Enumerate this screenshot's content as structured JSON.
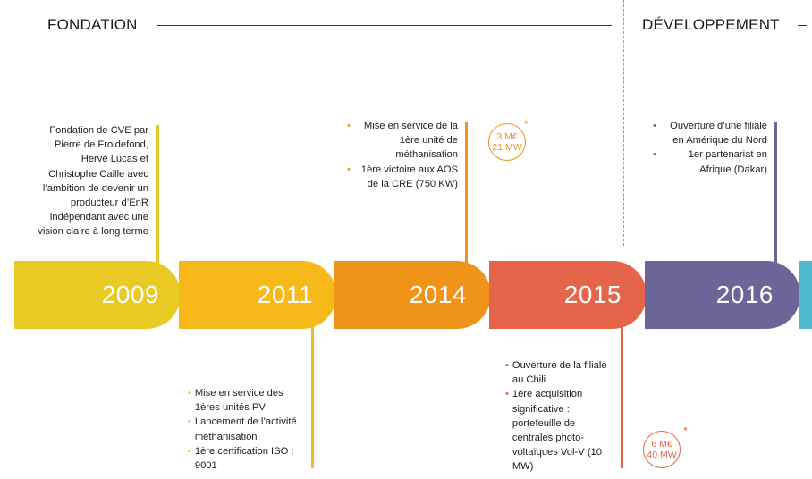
{
  "phases": {
    "fondation": "FONDATION",
    "developpement": "DÉVELOPPEMENT"
  },
  "years": [
    "2009",
    "2011",
    "2014",
    "2015",
    "2016"
  ],
  "colors": {
    "y2009": "#e9ca25",
    "y2011": "#f7b91a",
    "y2014": "#ef9418",
    "y2015": "#e46549",
    "y2016": "#6b6697",
    "next": "#4fb9cd"
  },
  "events": {
    "e2009": "Fondation de CVE par Pierre de Froidefond, Hervé Lucas et Christophe Caille avec l’ambition de devenir un producteur d’EnR indépendant avec une vision claire à long terme",
    "e2011": [
      "Mise en service des 1ères unités PV",
      "Lancement de l’activité méthanisation",
      "1ère certification ISO : 9001"
    ],
    "e2014": [
      "Mise en service de la 1ère unité de méthanisation",
      "1ère victoire aux AOS de la CRE (750 KW)"
    ],
    "e2015": [
      "Ouverture de la filiale au Chili",
      "1ère acquisition significative : portefeuille de centrales photo-voltaïques Vol-V (10 MW)"
    ],
    "e2016": [
      "Ouverture d’une filiale en Amérique du Nord",
      "1er partenariat en Afrique (Dakar)"
    ]
  },
  "badges": {
    "b2014": {
      "line1": "3 M€",
      "line2": "21 MW",
      "mark": "*"
    },
    "b2015": {
      "line1": "6 M€",
      "line2": "40 MW",
      "mark": "*"
    }
  }
}
